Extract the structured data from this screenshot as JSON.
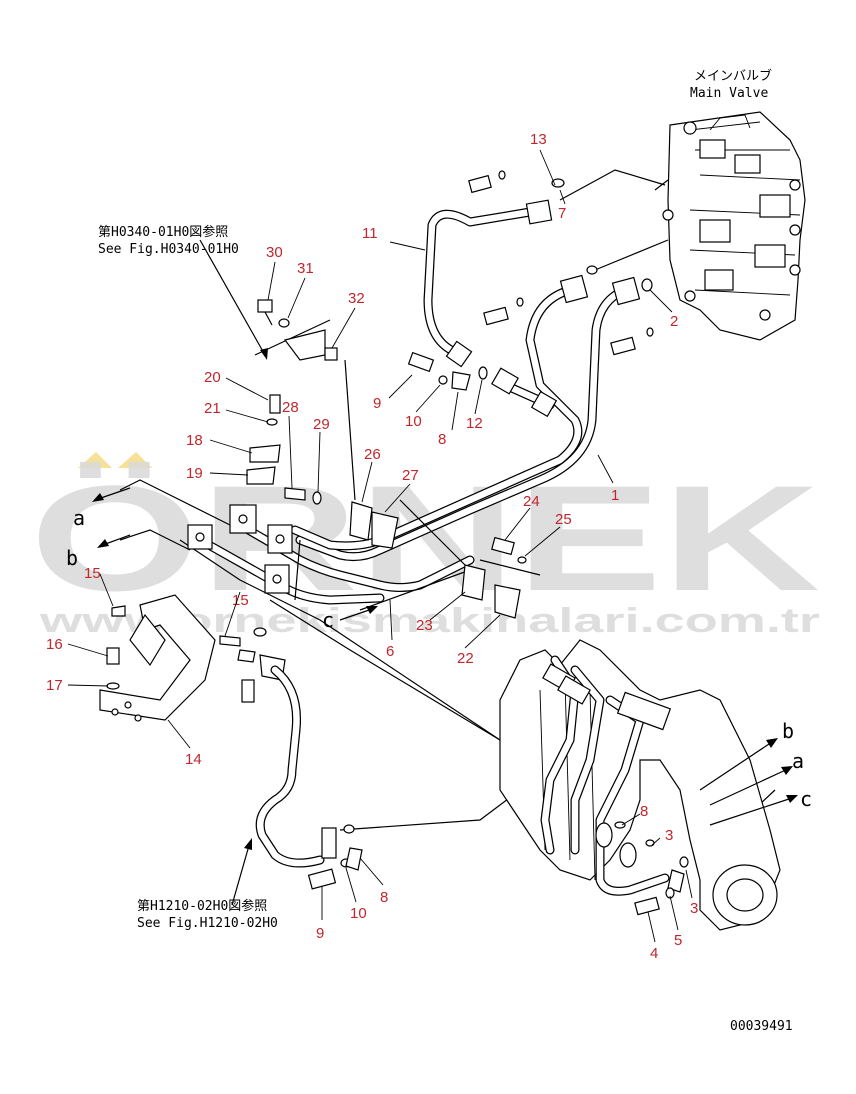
{
  "watermark": {
    "brand": "ÖRNEK",
    "url": "www.ornekismakinalari.com.tr"
  },
  "main_valve": {
    "jp": "メインバルブ",
    "en": "Main Valve"
  },
  "refs": {
    "h0340_jp": "第H0340-01H0図参照",
    "h0340_en": "See Fig.H0340-01H0",
    "h1210_jp": "第H1210-02H0図参照",
    "h1210_en": "See Fig.H1210-02H0"
  },
  "drawing_number": "00039491",
  "connection_letters": {
    "a": "a",
    "b": "b",
    "c": "c"
  },
  "part_numbers": [
    "1",
    "2",
    "3",
    "4",
    "5",
    "6",
    "7",
    "8",
    "9",
    "10",
    "11",
    "12",
    "13",
    "14",
    "15",
    "16",
    "17",
    "18",
    "19",
    "20",
    "21",
    "22",
    "23",
    "24",
    "25",
    "26",
    "27",
    "28",
    "29",
    "30",
    "31",
    "32"
  ],
  "colors": {
    "label": "#c0272d",
    "line": "#000000",
    "watermark": "#d9d9d9"
  }
}
